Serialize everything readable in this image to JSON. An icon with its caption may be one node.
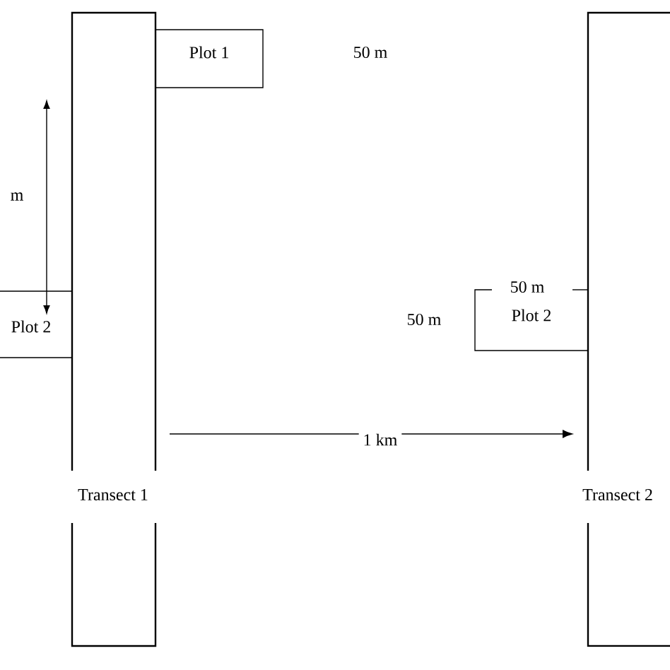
{
  "diagram": {
    "nodes": [
      {
        "text": [
          "Transect 1"
        ]
      },
      {
        "text": [
          "Plot 1"
        ]
      },
      {
        "text": [
          "Plot 2"
        ]
      },
      {
        "text": [
          "Transect 2"
        ]
      },
      {
        "text": [
          "Plot 2"
        ]
      }
    ],
    "edges": [
      {
        "from": 0,
        "to": 3,
        "arrow": "to",
        "label": "1 km"
      }
    ],
    "labels": [
      "50 m",
      "m",
      "50 m",
      "50 m"
    ]
  }
}
